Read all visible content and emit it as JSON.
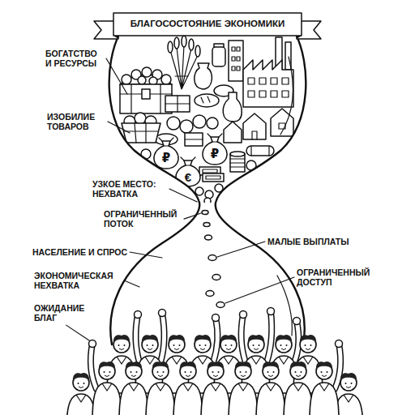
{
  "diagram": {
    "title": "БЛАГОСОСТОЯНИЕ ЭКОНОМИКИ",
    "labels": [
      "БОГАТСТВО И РЕСУРСЫ",
      "ИЗОБИЛИЕ ТОВАРОВ",
      "УЗКОЕ МЕСТО: НЕХВАТКА",
      "ОГРАНИЧЕННЫЙ ПОТОК",
      "НАСЕЛЕНИЕ И СПРОС",
      "ЭКОНОМИЧЕСКАЯ НЕХВАТКА",
      "ОЖИДАНИЕ БЛАГ",
      "МАЛЫЕ ВЫПЛАТЫ",
      "ОГРАНИЧЕННЫЙ ДОСТУП",
      "₽",
      "₽",
      "€"
    ]
  }
}
